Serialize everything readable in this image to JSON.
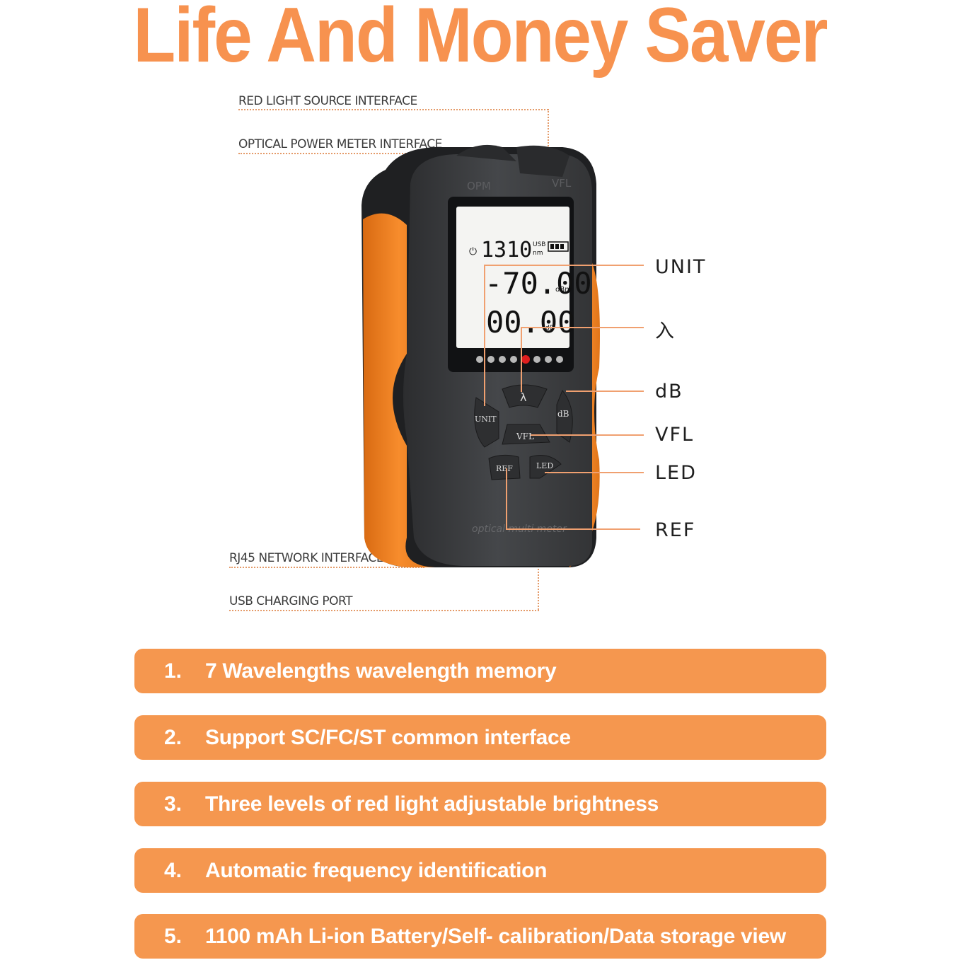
{
  "headline": "Life And Money Saver",
  "interfaces": {
    "red_light": "RED LIGHT SOURCE INTERFACE",
    "opm": "OPTICAL POWER METER INTERFACE",
    "rj45": "RJ45 NETWORK INTERFACE",
    "usb": "USB CHARGING PORT"
  },
  "device": {
    "port_left": "OPM",
    "port_right": "VFL",
    "wavelength": "1310",
    "usb_tag": "USB",
    "nm_unit": "nm",
    "power_value": "-70.00",
    "power_unit": "dBm",
    "loss_value": "00.00",
    "loss_unit": "dB",
    "indicator_dots": [
      "1",
      "2",
      "3",
      "4",
      "5",
      "6",
      "7",
      "8"
    ],
    "buttons": {
      "unit": "UNIT",
      "lambda": "λ",
      "db": "dB",
      "vfl": "VFL",
      "ref": "REF",
      "led": "LED"
    },
    "brand": "optical multi meter"
  },
  "callouts": {
    "unit": "UNIT",
    "lambda": "入",
    "db": "dB",
    "vfl": "VFL",
    "led": "LED",
    "ref": "REF"
  },
  "features": [
    {
      "num": "1.",
      "text": "7 Wavelengths wavelength memory"
    },
    {
      "num": "2.",
      "text": "Support SC/FC/ST common interface"
    },
    {
      "num": "3.",
      "text": "Three levels of red light adjustable brightness"
    },
    {
      "num": "4.",
      "text": "Automatic frequency identification"
    },
    {
      "num": "5.",
      "text": "1100 mAh Li-ion Battery/Self- calibration/Data storage view"
    }
  ],
  "colors": {
    "accent": "#f5974f",
    "device_body": "#3a3b3d",
    "device_orange": "#f58a2a",
    "lcd": "#f4f4f2"
  }
}
